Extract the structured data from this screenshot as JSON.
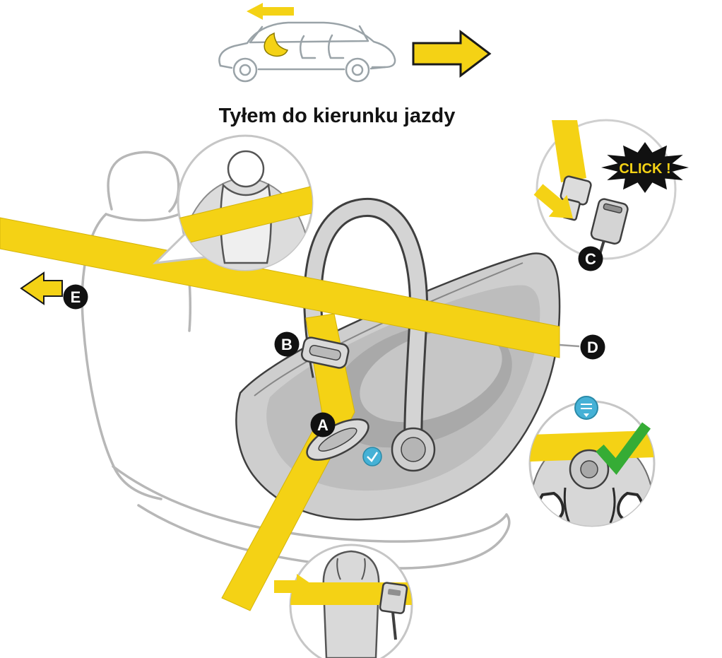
{
  "title": "Tyłem do kierunku jazdy",
  "click_callout": {
    "label": "CLICK !"
  },
  "badges": {
    "a": "A",
    "b": "B",
    "c": "C",
    "d": "D",
    "e": "E"
  },
  "colors": {
    "belt_yellow": "#F4D215",
    "belt_edge": "#D4B40A",
    "badge_black": "#111111",
    "badge_letter_white": "#FFFFFF",
    "click_text_yellow": "#F4D215",
    "check_green": "#35AC35",
    "belt_guide_blue": "#45B1D6",
    "carrier_gray": "#CECECE",
    "carrier_outline": "#3F3F3F",
    "vehicle_seat_sketch_gray": "#B7B7B7",
    "callout_ring_gray": "#C6C6C6"
  },
  "icons": {
    "car_reverse_arrow": "left-arrow",
    "travel_direction_arrow": "right-arrow-outlined",
    "pull_belt_arrow": "left-arrow-outlined",
    "insert_buckle_arrow": "diagonal-down-right-arrow",
    "route_belt_arrow": "right-arrow",
    "check": "checkmark",
    "belt_guide_dot": "blue-belt-guide"
  }
}
